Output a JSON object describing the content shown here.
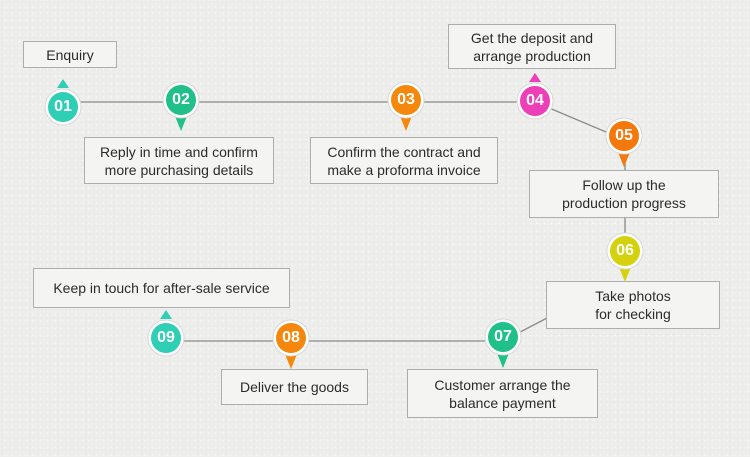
{
  "steps": [
    {
      "number": "01",
      "label": "Enquiry",
      "color": "#2fcfb5"
    },
    {
      "number": "02",
      "label": "Reply in time and confirm\nmore purchasing details",
      "color": "#20c08a"
    },
    {
      "number": "03",
      "label": "Confirm the contract and\nmake a proforma invoice",
      "color": "#f5880c"
    },
    {
      "number": "04",
      "label": "Get the deposit and\narrange production",
      "color": "#ec3fb8"
    },
    {
      "number": "05",
      "label": "Follow up the\nproduction progress",
      "color": "#f5780c"
    },
    {
      "number": "06",
      "label": "Take photos\nfor checking",
      "color": "#d4d20e"
    },
    {
      "number": "07",
      "label": "Customer arrange the\nbalance payment",
      "color": "#20c08a"
    },
    {
      "number": "08",
      "label": "Deliver the goods",
      "color": "#f5880c"
    },
    {
      "number": "09",
      "label": "Keep in touch for after-sale service",
      "color": "#2fcfb5"
    }
  ]
}
